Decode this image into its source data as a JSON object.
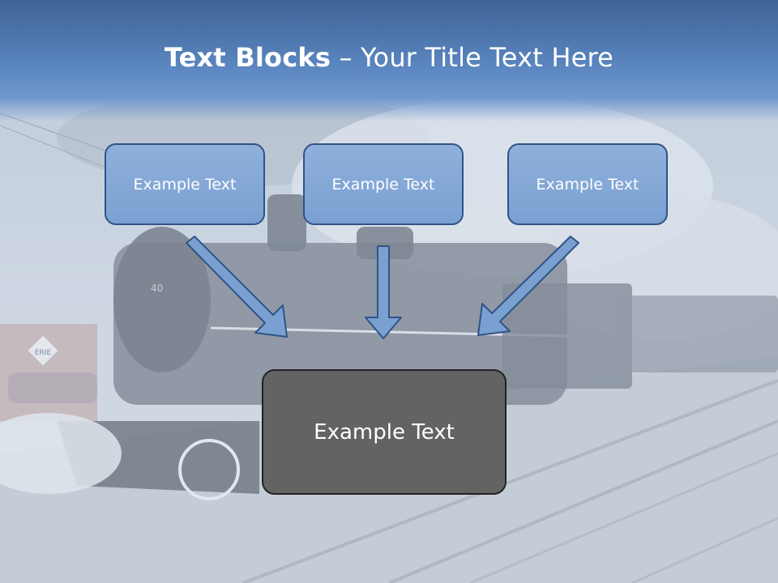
{
  "slide": {
    "title_bold": "Text Blocks",
    "title_rest": " – Your Title Text Here",
    "boxes": [
      {
        "label": "Example Text"
      },
      {
        "label": "Example Text"
      },
      {
        "label": "Example Text"
      }
    ],
    "main_box": {
      "label": "Example Text"
    },
    "background_image": "steam-locomotive-photo",
    "locomotive_number": "40",
    "sign_text": "ERIE"
  },
  "colors": {
    "title_bar": "#5b86c0",
    "box_fill": "#7aa0d2",
    "box_border": "#2f5386",
    "main_box_fill": "#636363",
    "arrow_fill": "#7aa0d2"
  }
}
